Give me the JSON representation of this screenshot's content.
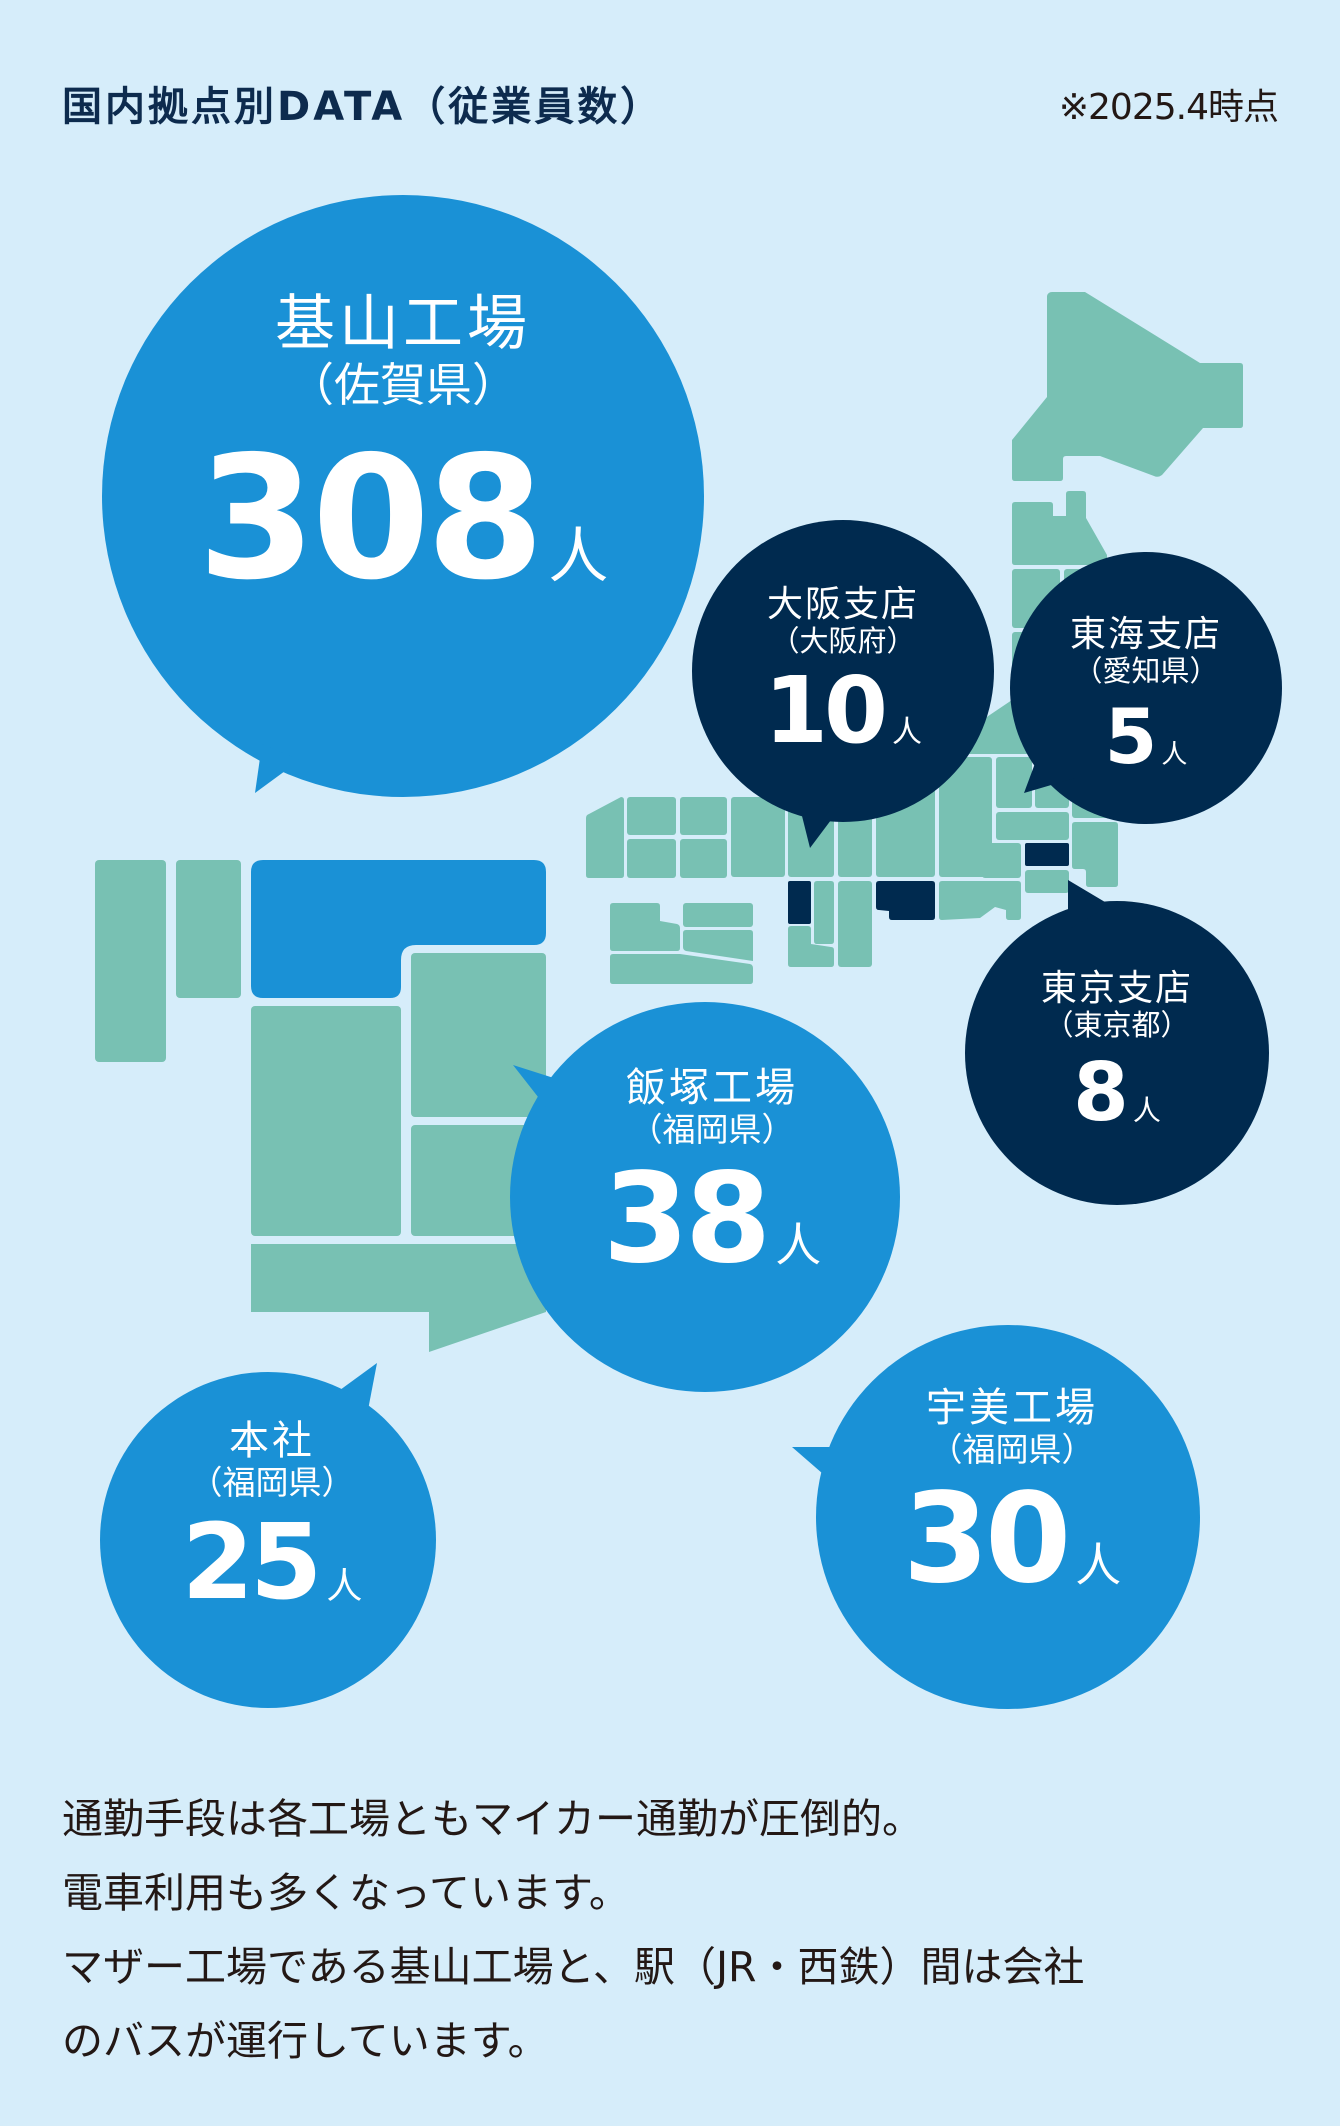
{
  "header": {
    "title": "国内拠点別DATA（従業員数）",
    "as_of": "※2025.4時点"
  },
  "colors": {
    "background": "#d6edfa",
    "map_green": "#78c1b3",
    "factory_blue": "#1a91d6",
    "branch_navy": "#002a4f",
    "title_navy": "#0d2b4e",
    "text_dark": "#231815"
  },
  "locations": [
    {
      "name": "基山工場",
      "pref": "（佐賀県）",
      "count": "308",
      "unit": "人",
      "type": "factory"
    },
    {
      "name": "大阪支店",
      "pref": "（大阪府）",
      "count": "10",
      "unit": "人",
      "type": "branch"
    },
    {
      "name": "東海支店",
      "pref": "（愛知県）",
      "count": "5",
      "unit": "人",
      "type": "branch"
    },
    {
      "name": "東京支店",
      "pref": "（東京都）",
      "count": "8",
      "unit": "人",
      "type": "branch"
    },
    {
      "name": "飯塚工場",
      "pref": "（福岡県）",
      "count": "38",
      "unit": "人",
      "type": "factory"
    },
    {
      "name": "本社",
      "pref": "（福岡県）",
      "count": "25",
      "unit": "人",
      "type": "factory"
    },
    {
      "name": "宇美工場",
      "pref": "（福岡県）",
      "count": "30",
      "unit": "人",
      "type": "factory"
    }
  ],
  "description": {
    "lines": [
      "通勤手段は各工場ともマイカー通勤が圧倒的。",
      "電車利用も多くなっています。",
      "マザー工場である基山工場と、駅（JR・西鉄）間は会社",
      "のバスが運行しています。"
    ]
  }
}
